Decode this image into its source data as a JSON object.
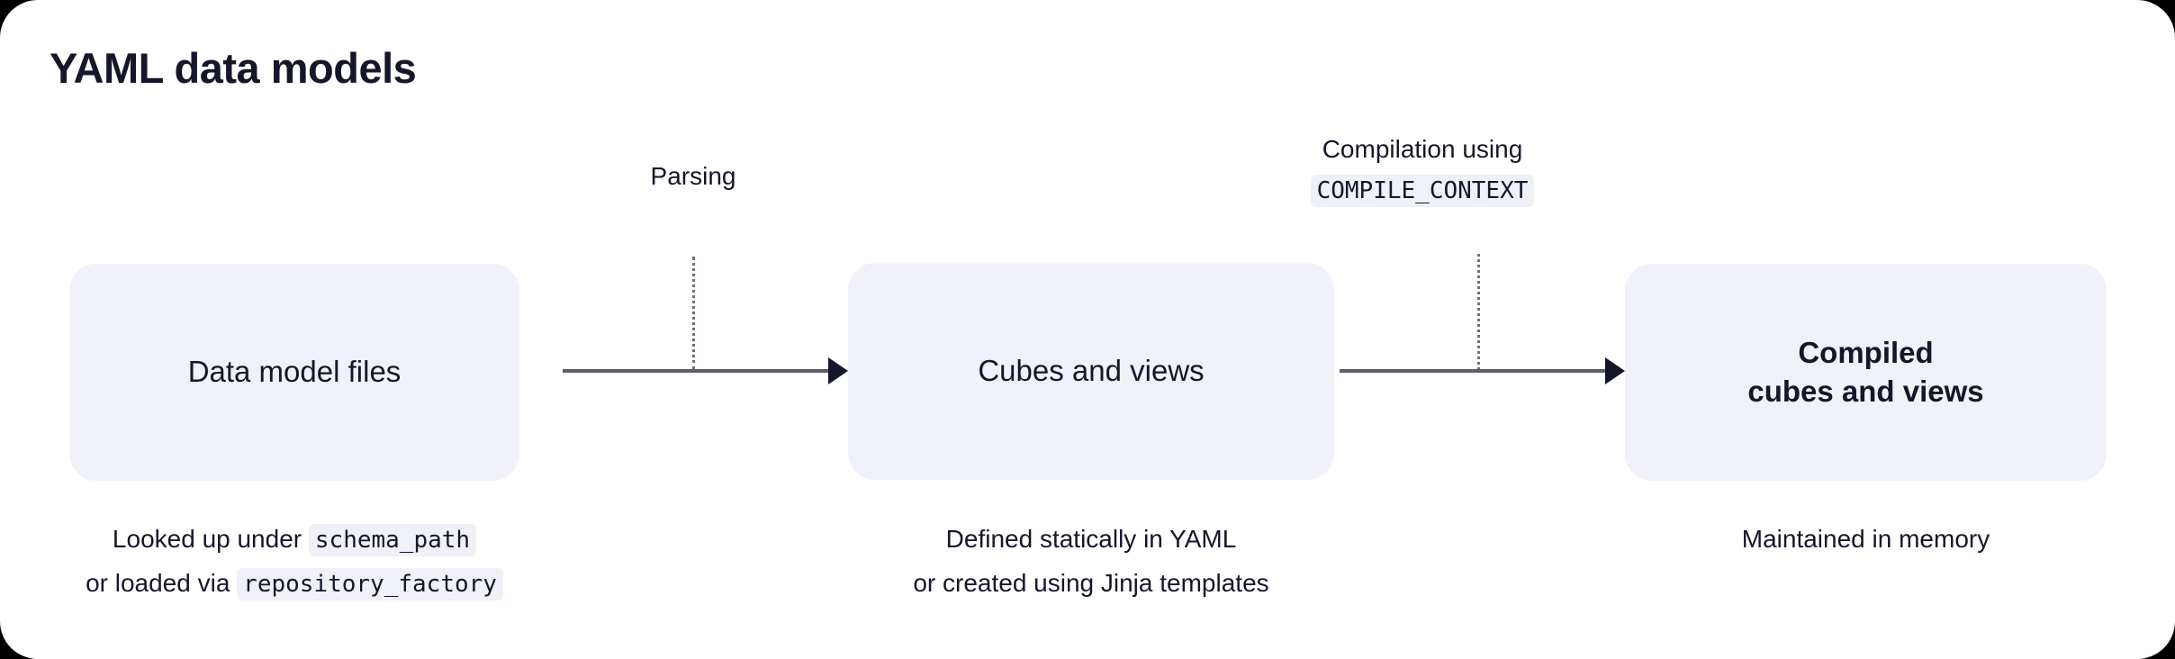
{
  "page": {
    "title": "YAML data models",
    "background": "#ffffff",
    "outer_background": "#000000",
    "node_fill": "#f1f1fa",
    "text_color": "#16162b",
    "connector_color": "#5e5e72",
    "code_chip_background": "#f0f0f9"
  },
  "nodes": [
    {
      "id": "data-model-files",
      "label": "Data model files",
      "bold": false,
      "caption": [
        {
          "parts": [
            {
              "type": "text",
              "value": "Looked up under "
            },
            {
              "type": "code",
              "value": "schema_path"
            }
          ]
        },
        {
          "parts": [
            {
              "type": "text",
              "value": "or loaded via "
            },
            {
              "type": "code",
              "value": "repository_factory"
            }
          ]
        }
      ]
    },
    {
      "id": "cubes-and-views",
      "label": "Cubes and views",
      "bold": false,
      "caption": [
        {
          "parts": [
            {
              "type": "text",
              "value": "Defined statically in YAML"
            }
          ]
        },
        {
          "parts": [
            {
              "type": "text",
              "value": "or created using Jinja templates"
            }
          ]
        }
      ]
    },
    {
      "id": "compiled-cubes-and-views",
      "label": "Compiled\ncubes and views",
      "label_lines": [
        "Compiled",
        "cubes and views"
      ],
      "bold": true,
      "caption": [
        {
          "parts": [
            {
              "type": "text",
              "value": "Maintained in memory"
            }
          ]
        }
      ]
    }
  ],
  "connectors": [
    {
      "id": "parsing",
      "annotation": [
        {
          "parts": [
            {
              "type": "text",
              "value": "Parsing"
            }
          ]
        }
      ]
    },
    {
      "id": "compilation",
      "annotation": [
        {
          "parts": [
            {
              "type": "text",
              "value": "Compilation using"
            }
          ]
        },
        {
          "parts": [
            {
              "type": "code",
              "value": "COMPILE_CONTEXT"
            }
          ]
        }
      ]
    }
  ]
}
